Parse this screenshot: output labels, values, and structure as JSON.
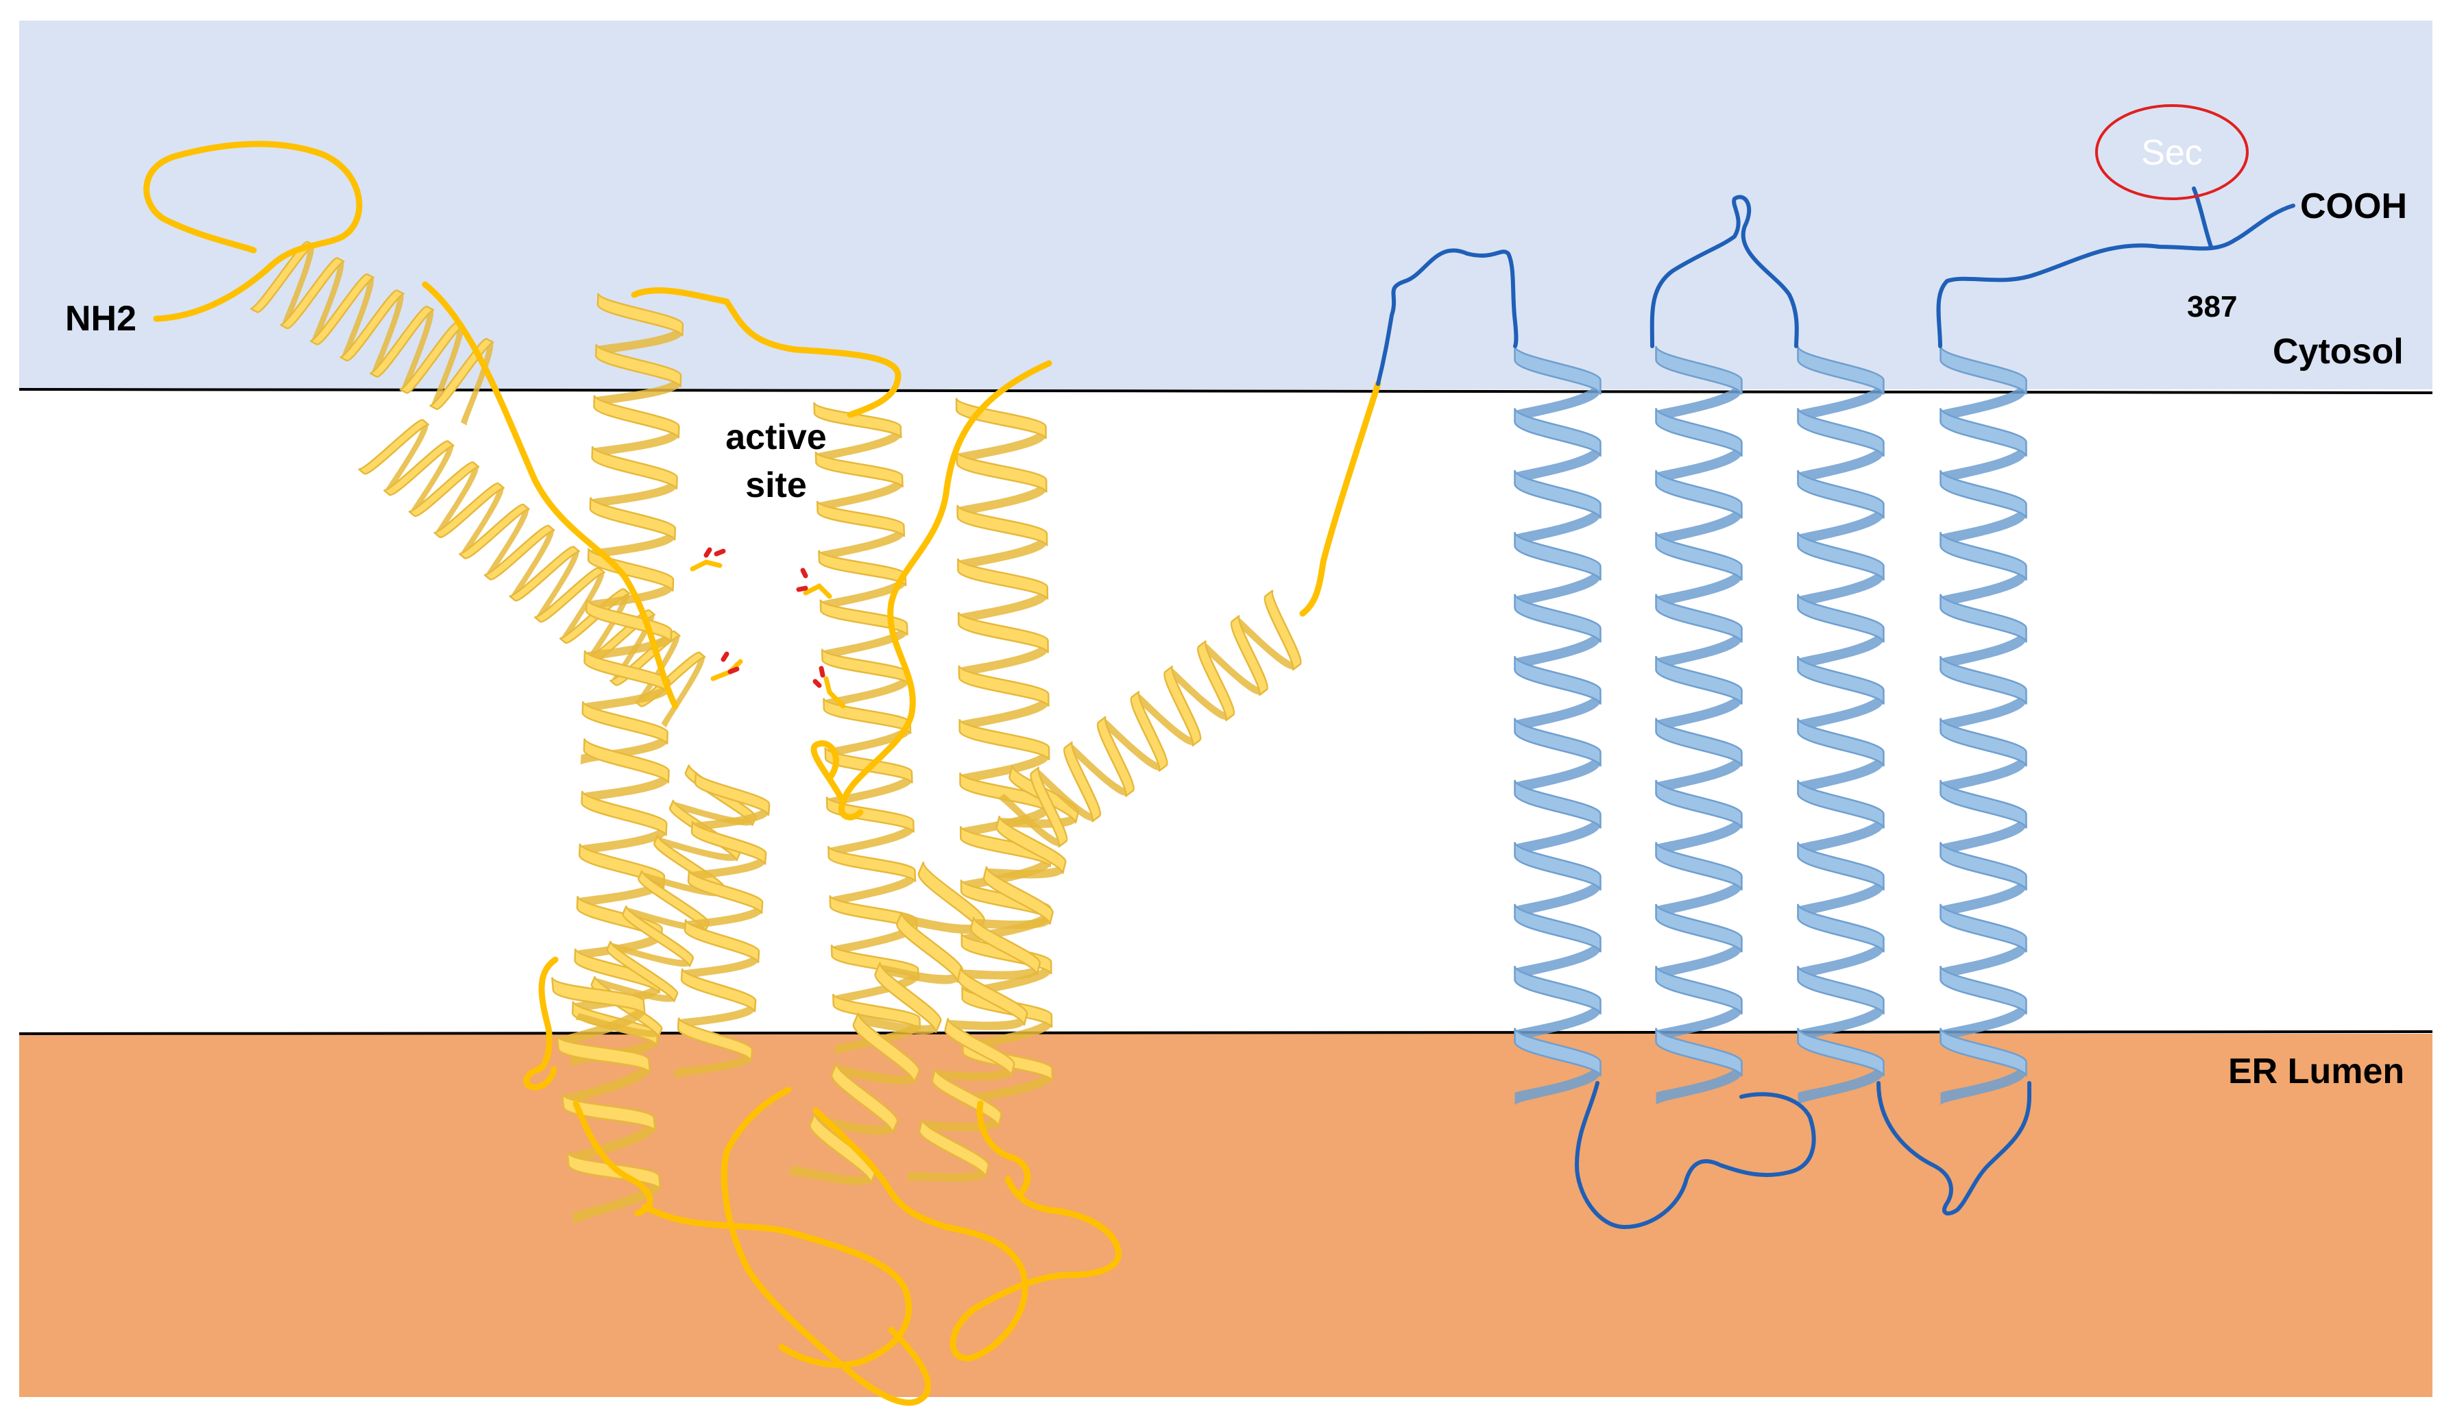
{
  "compartments": {
    "cytosol": {
      "label": "Cytosol",
      "color": "#dae3f3"
    },
    "membrane": {
      "color": "#ffffff",
      "line_color": "#000000"
    },
    "er_lumen": {
      "label": "ER Lumen",
      "color": "#f1a76f"
    }
  },
  "labels": {
    "n_terminus": "NH2",
    "c_terminus": "COOH",
    "active_site": [
      "active",
      "site"
    ],
    "residue_number": "387",
    "selenocysteine": "Sec"
  },
  "colors": {
    "yellow_domain_helix": "#ffd966",
    "yellow_domain_helix_edge": "#e6b93c",
    "yellow_domain_loop": "#ffc000",
    "blue_domain_helix": "#9dc3e6",
    "blue_domain_helix_edge": "#6f9fd0",
    "blue_domain_loop": "#1f5fb8",
    "active_site_residues": "#e02020",
    "sec_circle": "#e02020"
  },
  "icons": {
    "helix": "alpha-helix-ribbon",
    "loop": "coil-loop"
  }
}
